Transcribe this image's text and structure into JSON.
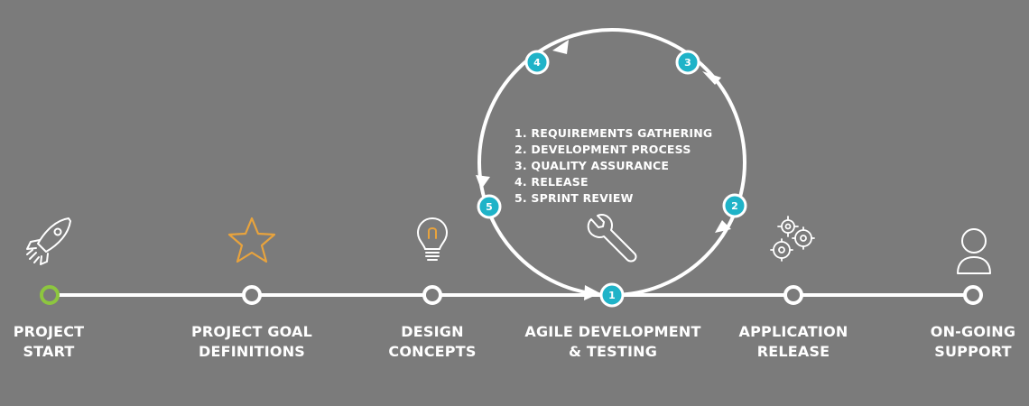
{
  "stages": [
    {
      "id": "project-start",
      "lines": [
        "PROJECT",
        "START"
      ],
      "icon": "rocket-icon"
    },
    {
      "id": "project-goal-definitions",
      "lines": [
        "PROJECT GOAL",
        "DEFINITIONS"
      ],
      "icon": "star-icon"
    },
    {
      "id": "design-concepts",
      "lines": [
        "DESIGN",
        "CONCEPTS"
      ],
      "icon": "lightbulb-icon"
    },
    {
      "id": "agile-development-testing",
      "lines": [
        "AGILE DEVELOPMENT",
        "& TESTING"
      ],
      "icon": "wrench-icon"
    },
    {
      "id": "application-release",
      "lines": [
        "APPLICATION",
        "RELEASE"
      ],
      "icon": "gears-icon"
    },
    {
      "id": "on-going-support",
      "lines": [
        "ON-GOING",
        "SUPPORT"
      ],
      "icon": "user-icon"
    }
  ],
  "cycle": {
    "steps": [
      "1. REQUIREMENTS GATHERING",
      "2. DEVELOPMENT PROCESS",
      "3. QUALITY ASSURANCE",
      "4. RELEASE",
      "5. SPRINT REVIEW"
    ],
    "badges": [
      "1",
      "2",
      "3",
      "4",
      "5"
    ]
  },
  "colors": {
    "background": "#7b7b7b",
    "line": "#ffffff",
    "start_ring": "#8dc63f",
    "badge": "#1fb3c8",
    "star": "#e8a33d",
    "bulb": "#e8a33d"
  }
}
